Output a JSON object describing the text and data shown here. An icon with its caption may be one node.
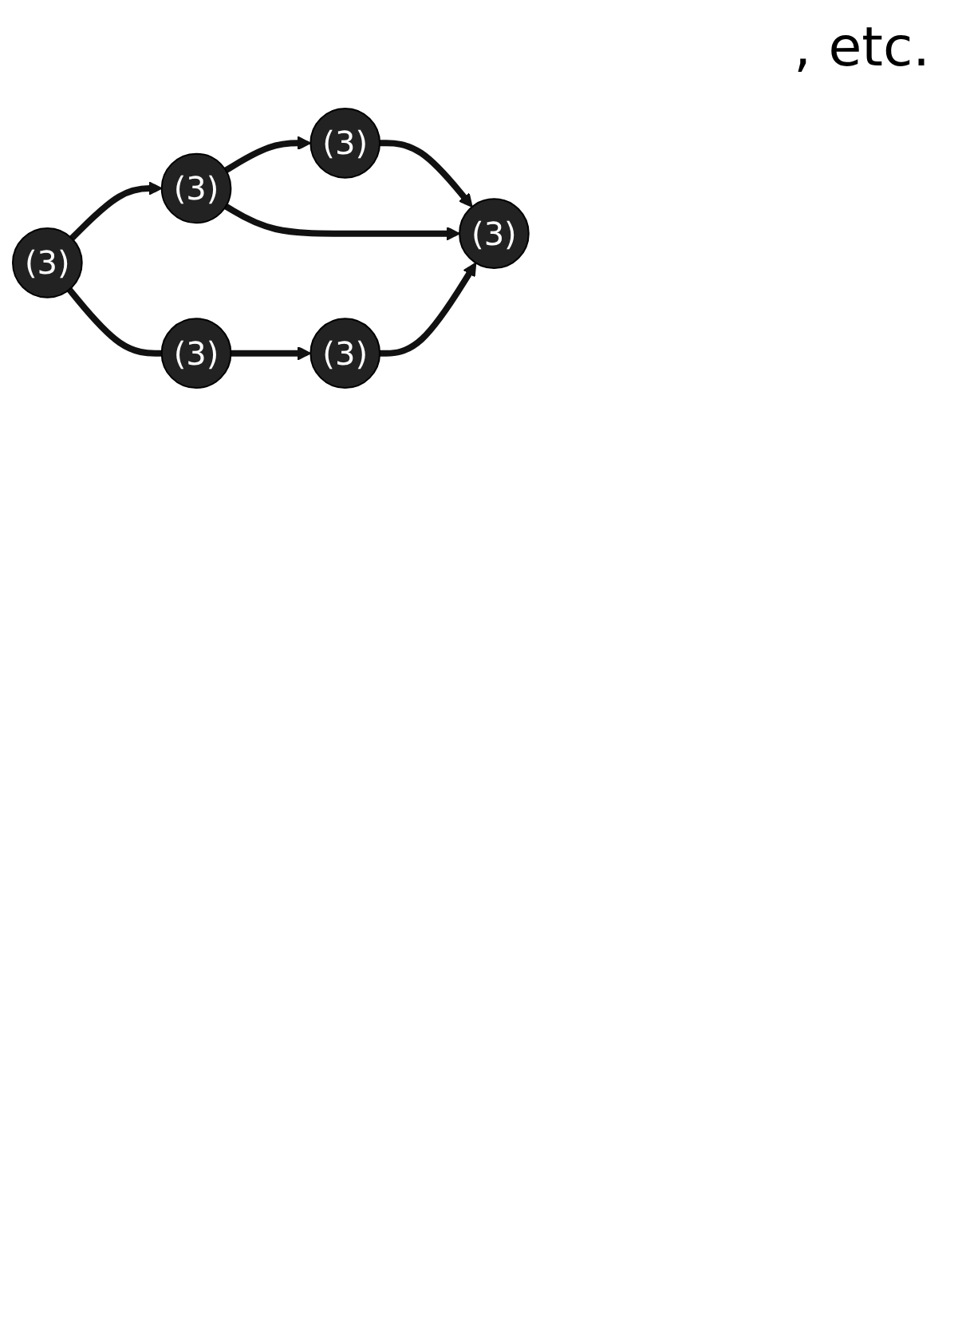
{
  "diagram": {
    "nodes": [
      {
        "text": [
          "(3)"
        ]
      },
      {
        "text": [
          "(3)"
        ]
      },
      {
        "text": [
          "(3)"
        ]
      },
      {
        "text": [
          "(3)"
        ]
      },
      {
        "text": [
          "(3)"
        ]
      },
      {
        "text": [
          "(3)"
        ]
      }
    ],
    "edges": [
      {
        "from": 0,
        "to": 1,
        "arrow": "to"
      },
      {
        "from": 1,
        "to": 2,
        "arrow": "to"
      },
      {
        "from": 0,
        "to": 2,
        "arrow": "to"
      },
      {
        "from": 3,
        "to": 0,
        "arrow": "to"
      },
      {
        "from": 5,
        "to": 2,
        "arrow": "to"
      },
      {
        "from": 3,
        "to": 4,
        "arrow": "none"
      },
      {
        "from": 4,
        "to": 5,
        "arrow": "to"
      }
    ],
    "labels": [
      ", etc."
    ]
  }
}
